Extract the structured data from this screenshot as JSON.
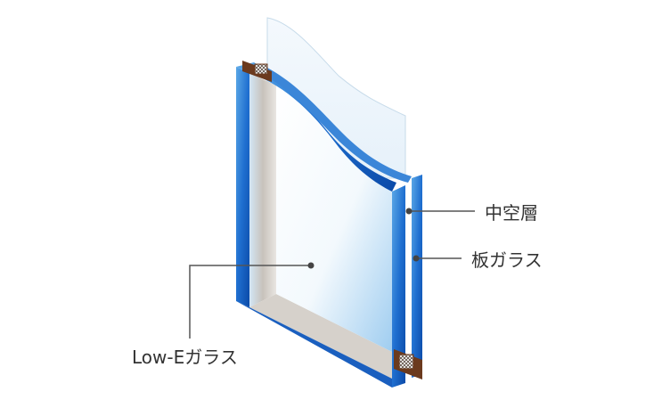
{
  "labels": {
    "hollow_layer": "中空層",
    "plate_glass": "板ガラス",
    "low_e_glass": "Low-Eガラス"
  },
  "colors": {
    "glass_blue": "#1f6fd0",
    "glass_light": "#bfe0f7",
    "frame_gray": "#b9b4ad",
    "spacer_brown": "#6b3a1e",
    "leader_line": "#555555",
    "text": "#333333"
  }
}
